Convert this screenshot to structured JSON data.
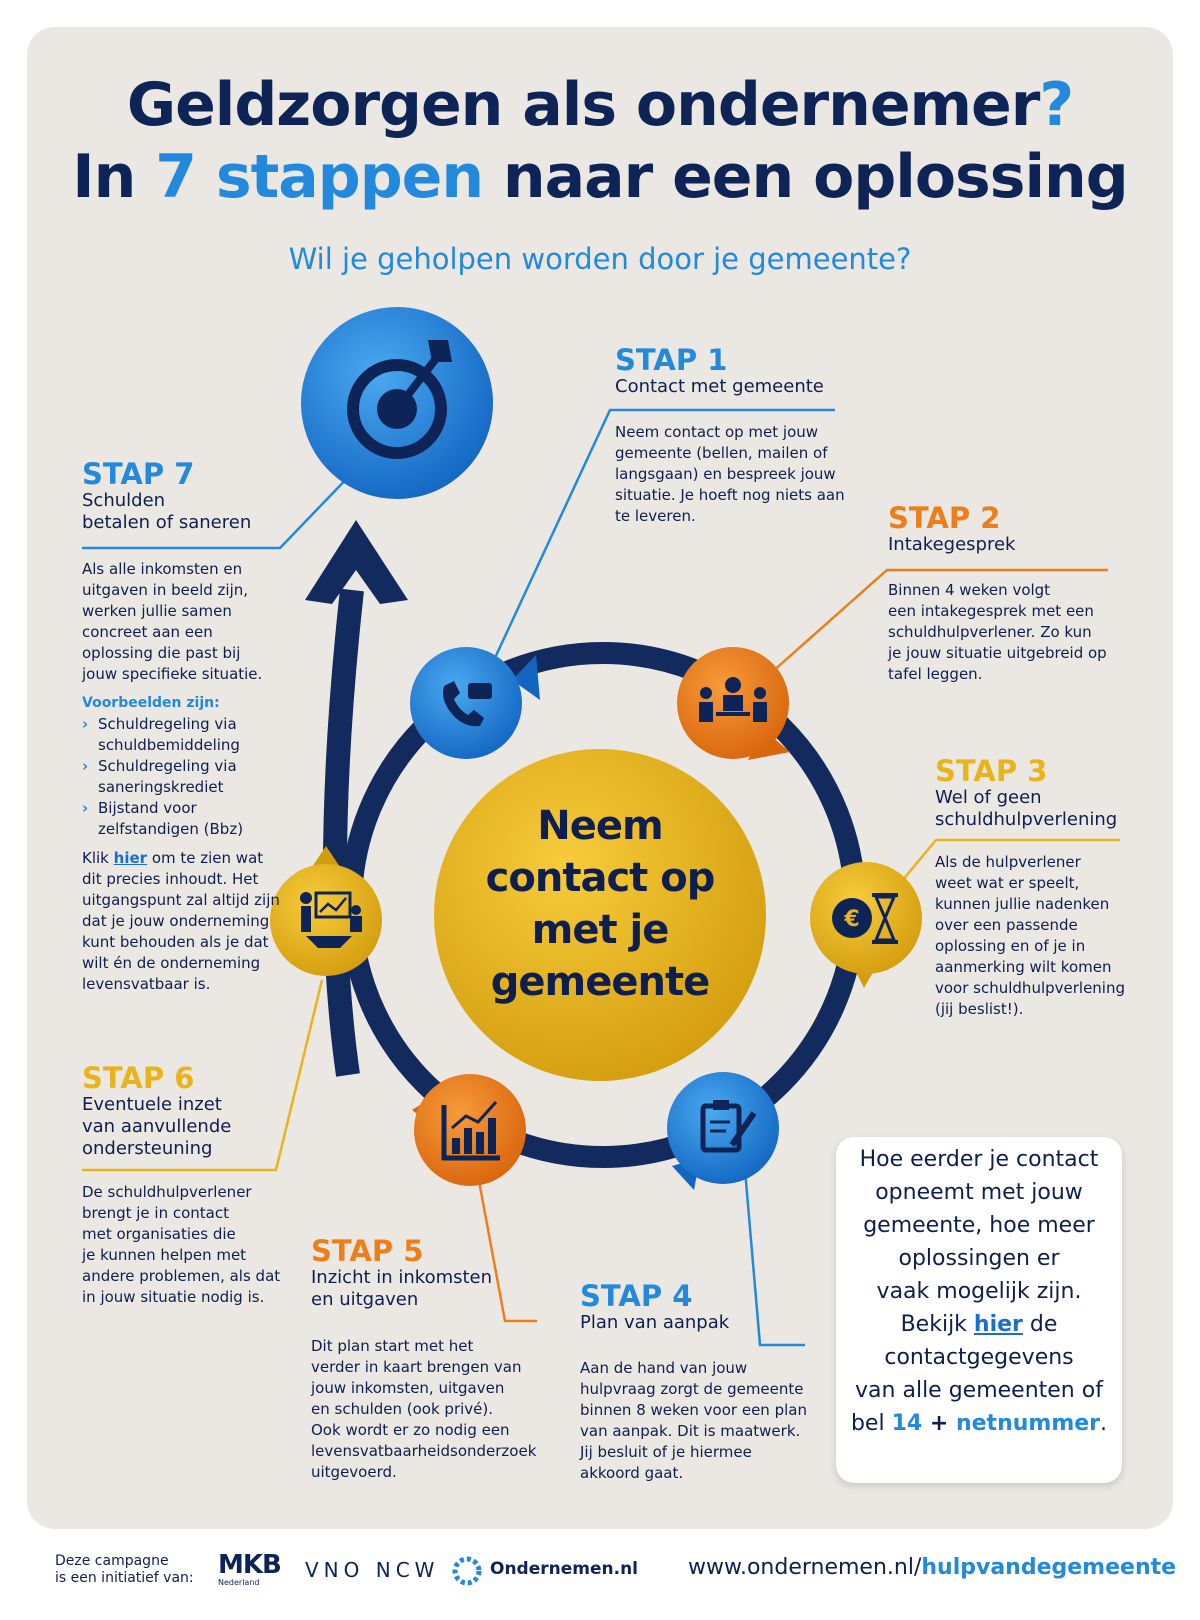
{
  "title": {
    "line1": "Geldzorgen als ondernemer",
    "line1_q": "?",
    "line2_a": "In ",
    "line2_num": "7 stappen",
    "line2_b": " naar een oplossing"
  },
  "subtitle": "Wil je geholpen worden door je gemeente?",
  "center": {
    "l1": "Neem",
    "l2": "contact op",
    "l3": "met je",
    "l4": "gemeente"
  },
  "steps": [
    {
      "head": "STAP 1",
      "sub": "Contact met gemeente",
      "body": [
        "Neem contact op met jouw",
        "gemeente (bellen, mailen of",
        "langsgaan) en bespreek jouw",
        "situatie. Je hoeft nog niets aan",
        "te leveren."
      ]
    },
    {
      "head": "STAP 2",
      "sub": "Intakegesprek",
      "body": [
        "Binnen 4 weken volgt",
        "een intakegesprek met een",
        "schuldhulpverlener. Zo kun",
        "je jouw situatie uitgebreid op",
        "tafel leggen."
      ]
    },
    {
      "head": "STAP 3",
      "sub1": "Wel of geen",
      "sub2": "schuldhulpverlening",
      "body": [
        "Als de hulpverlener",
        "weet wat er speelt,",
        "kunnen jullie nadenken",
        "over een passende",
        "oplossing en of je in",
        "aanmerking wilt komen",
        "voor schuldhulpverlening",
        "(jij beslist!)."
      ]
    },
    {
      "head": "STAP 4",
      "sub": "Plan van aanpak",
      "body": [
        "Aan de hand van jouw",
        "hulpvraag zorgt de gemeente",
        "binnen 8 weken voor een plan",
        "van aanpak. Dit is maatwerk.",
        "Jij besluit of je hiermee",
        "akkoord gaat."
      ]
    },
    {
      "head": "STAP 5",
      "sub1": "Inzicht in inkomsten",
      "sub2": "en uitgaven",
      "body": [
        "Dit plan start met het",
        "verder in kaart brengen van",
        "jouw inkomsten, uitgaven",
        "en schulden (ook privé).",
        "Ook wordt er zo nodig een",
        "levensvatbaarheidsonderzoek",
        "uitgevoerd."
      ]
    },
    {
      "head": "STAP 6",
      "sub1": "Eventuele inzet",
      "sub2": "van aanvullende",
      "sub3": "ondersteuning",
      "body": [
        "De schuldhulpverlener",
        "brengt je in contact",
        "met organisaties die",
        "je kunnen helpen met",
        "andere problemen, als dat",
        "in jouw situatie nodig is."
      ]
    },
    {
      "head": "STAP 7",
      "sub1": "Schulden",
      "sub2": "betalen of saneren",
      "body": [
        "Als alle inkomsten en",
        "uitgaven in beeld zijn,",
        "werken jullie samen",
        "concreet aan een",
        "oplossing die past bij",
        "jouw specifieke situatie."
      ],
      "list_head": "Voorbeelden zijn:",
      "list": [
        [
          "Schuldregeling via",
          "schuldbemiddeling"
        ],
        [
          "Schuldregeling via",
          "saneringskrediet"
        ],
        [
          "Bijstand voor",
          "zelfstandigen (Bbz)"
        ]
      ],
      "klik": "Klik ",
      "hier": "hier",
      "klik_rest": " om te zien wat",
      "body2": [
        "dit precies inhoudt. Het",
        "uitgangspunt zal altijd zijn",
        "dat je jouw onderneming",
        "kunt behouden als je dat",
        "wilt én de onderneming",
        "levensvatbaar is."
      ]
    }
  ],
  "callout": {
    "l1": "Hoe eerder je contact",
    "l2": "opneemt met jouw",
    "l3": "gemeente, hoe meer",
    "l4": "oplossingen er",
    "l5": "vaak mogelijk zijn.",
    "l6a": "Bekijk ",
    "l6link": "hier",
    "l6b": " de",
    "l7": "contactgegevens",
    "l8": "van alle gemeenten of",
    "l9a": "bel ",
    "l9num": "14",
    "l9plus": " + ",
    "l9net": "netnummer",
    "l9end": "."
  },
  "footer": {
    "l1": "Deze campagne",
    "l2": "is een initiatief van:",
    "mkb": "MKB",
    "mkb_sub": "Nederland",
    "vno": "VNO NCW",
    "ondernemen": "Ondernemen.nl",
    "url_a": "www.ondernemen.nl/",
    "url_b": "hulpvandegemeente"
  },
  "colors": {
    "navy": "#0f2456",
    "blue": "#2289dc",
    "orange": "#ee7e1a",
    "yellow": "#e9b31c"
  },
  "icons": [
    "target-icon",
    "phone-chat-icon",
    "meeting-icon",
    "euro-hourglass-icon",
    "clipboard-pen-icon",
    "bar-chart-icon",
    "presentation-icon"
  ]
}
